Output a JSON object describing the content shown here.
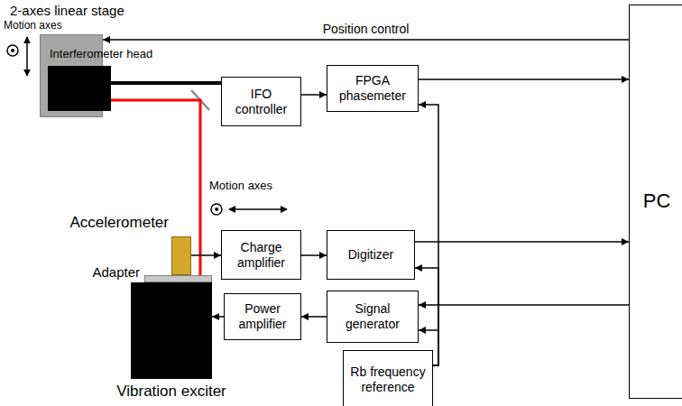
{
  "diagram": {
    "nodes": [
      {
        "text": [
          "2-axes linear stage"
        ]
      },
      {
        "text": [
          "Interferometer head"
        ],
        "in": 0
      },
      {
        "text": [
          "IFO controller"
        ]
      },
      {
        "text": [
          "FPGA phasemeter"
        ]
      },
      {
        "text": [
          "PC"
        ]
      },
      {
        "text": [
          "Accelerometer"
        ]
      },
      {
        "text": [
          "Charge amplifier"
        ]
      },
      {
        "text": [
          "Digitizer"
        ]
      },
      {
        "text": [
          "Adapter"
        ]
      },
      {
        "text": [
          "Power amplifier"
        ]
      },
      {
        "text": [
          "Signal generator"
        ]
      },
      {
        "text": [
          "Vibration exciter"
        ]
      },
      {
        "text": [
          "Rb frequency reference"
        ]
      }
    ],
    "edges": [
      {
        "from": 4,
        "to": 0,
        "label": "Position control",
        "arrow": "to"
      },
      {
        "from": 1,
        "to": 2,
        "arrow": "none"
      },
      {
        "from": 1,
        "to": 8,
        "arrow": "none"
      },
      {
        "from": 2,
        "to": 3,
        "arrow": "to"
      },
      {
        "from": 3,
        "to": 4,
        "arrow": "to"
      },
      {
        "from": 5,
        "to": 6,
        "arrow": "to"
      },
      {
        "from": 6,
        "to": 7,
        "arrow": "to"
      },
      {
        "from": 7,
        "to": 4,
        "arrow": "to"
      },
      {
        "from": 4,
        "to": 10,
        "arrow": "to"
      },
      {
        "from": 10,
        "to": 9,
        "arrow": "to"
      },
      {
        "from": 9,
        "to": 11,
        "arrow": "to"
      },
      {
        "from": 12,
        "to": 3,
        "arrow": "to"
      },
      {
        "from": 12,
        "to": 7,
        "arrow": "to"
      },
      {
        "from": 12,
        "to": 10,
        "arrow": "to"
      }
    ],
    "labels": [
      "Motion axes",
      "Motion axes"
    ]
  }
}
